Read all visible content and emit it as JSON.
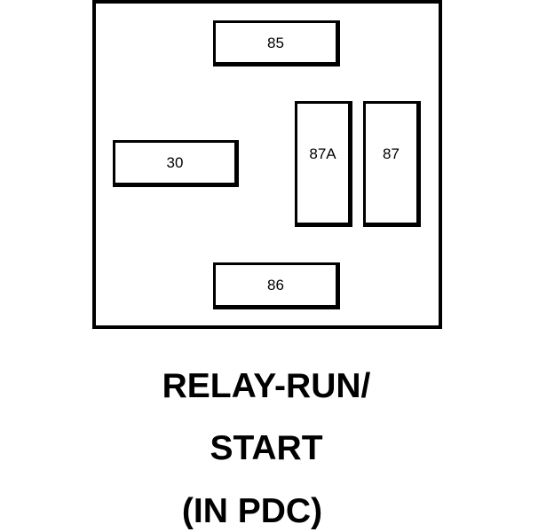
{
  "relay": {
    "terminals": {
      "t85": "85",
      "t30": "30",
      "t87a": "87A",
      "t87": "87",
      "t86": "86"
    }
  },
  "caption": {
    "line1": "RELAY-RUN/",
    "line2": "START",
    "line3": "(IN PDC)"
  },
  "colors": {
    "stroke": "#000000",
    "background": "#ffffff"
  }
}
